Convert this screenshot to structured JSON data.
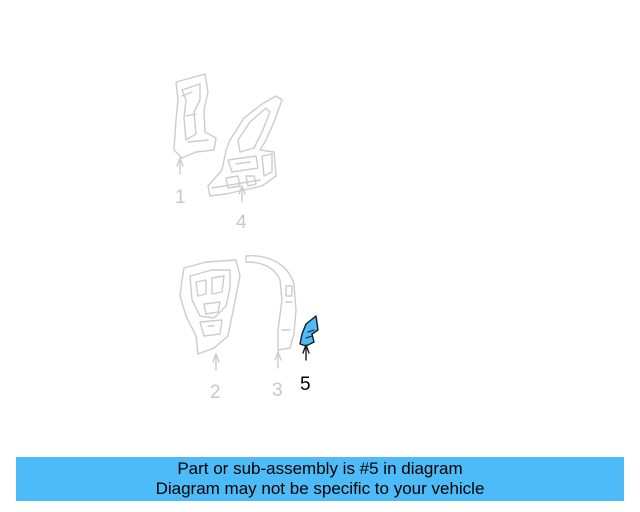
{
  "diagram": {
    "highlight_color": "#4dbbf7",
    "ghost_color": "#c8c8c8",
    "parts": [
      {
        "label": "1",
        "highlighted": false,
        "icon": "pillar-panel-icon"
      },
      {
        "label": "4",
        "highlighted": false,
        "icon": "quarter-panel-icon"
      },
      {
        "label": "2",
        "highlighted": false,
        "icon": "inner-panel-icon"
      },
      {
        "label": "3",
        "highlighted": false,
        "icon": "curved-rail-icon"
      },
      {
        "label": "5",
        "highlighted": true,
        "icon": "bracket-icon"
      }
    ]
  },
  "banner": {
    "line1": "Part or sub-assembly is #5 in diagram",
    "line2": "Diagram may not be specific to your vehicle",
    "color": "#4dbbf7"
  }
}
